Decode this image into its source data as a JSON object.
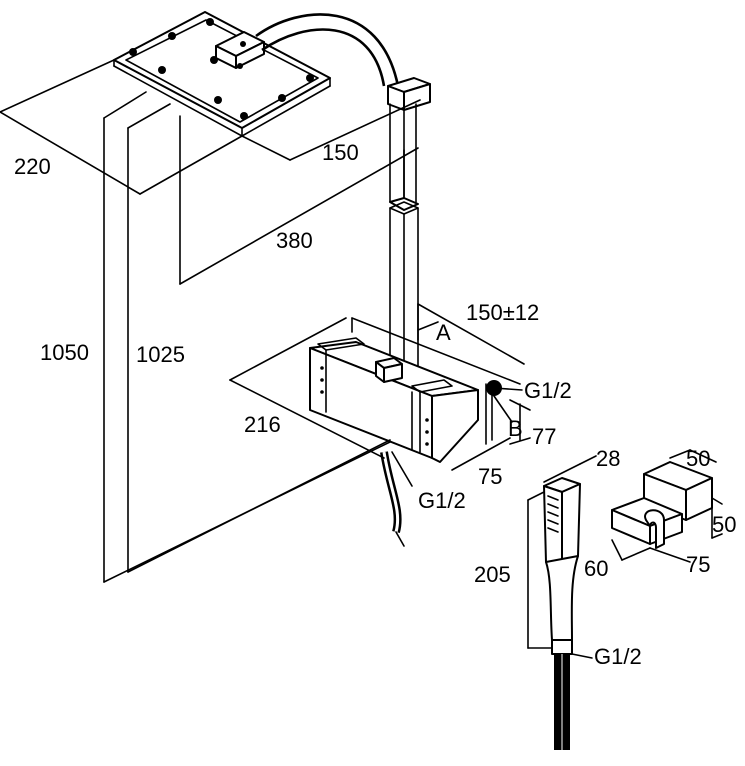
{
  "dimensions": {
    "d220": "220",
    "d150": "150",
    "d380": "380",
    "d1050": "1050",
    "d1025": "1025",
    "d150pm12": "150±12",
    "d216": "216",
    "d77": "77",
    "d75_mixer": "75",
    "d28": "28",
    "d205": "205",
    "d50_top": "50",
    "d50_right": "50",
    "d60": "60",
    "d75_holder": "75"
  },
  "labels": {
    "a": "A",
    "b": "B",
    "g_right": "G1/2",
    "g_bottom": "G1/2",
    "g_hand": "G1/2"
  }
}
